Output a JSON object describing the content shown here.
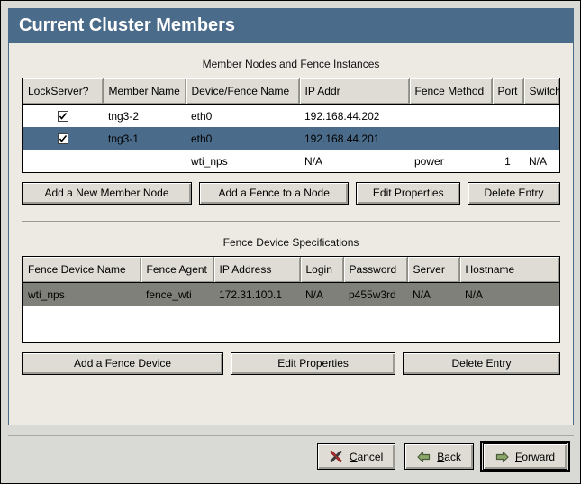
{
  "window": {
    "title": "Current Cluster Members"
  },
  "colors": {
    "title_bar": "#4b6b8a",
    "panel_bg": "#edeae4",
    "selection_blue": "#4b6b8a",
    "selection_gray": "#80807a",
    "button_face": "#dedcd4",
    "footer_bg": "#d9d9d6",
    "arrow_green": "#8aa86a",
    "cancel_red": "#8b1a1a"
  },
  "members_section": {
    "heading": "Member Nodes and Fence Instances",
    "columns": [
      "LockServer?",
      "Member Name",
      "Device/Fence Name",
      "IP Addr",
      "Fence Method",
      "Port",
      "Switch"
    ],
    "rows": [
      {
        "lockserver_checked": true,
        "member_name": "tng3-2",
        "device_fence_name": "eth0",
        "ip_addr": "192.168.44.202",
        "fence_method": "",
        "port": "",
        "switch": "",
        "selected": false
      },
      {
        "lockserver_checked": true,
        "member_name": "tng3-1",
        "device_fence_name": "eth0",
        "ip_addr": "192.168.44.201",
        "fence_method": "",
        "port": "",
        "switch": "",
        "selected": true
      },
      {
        "lockserver_checked": false,
        "member_name": "",
        "device_fence_name": "wti_nps",
        "ip_addr": "N/A",
        "fence_method": "power",
        "port": "1",
        "switch": "N/A",
        "selected": false
      }
    ],
    "buttons": [
      "Add a New Member Node",
      "Add a Fence to a Node",
      "Edit Properties",
      "Delete Entry"
    ]
  },
  "fence_section": {
    "heading": "Fence Device Specifications",
    "columns": [
      "Fence Device Name",
      "Fence Agent",
      "IP Address",
      "Login",
      "Password",
      "Server",
      "Hostname"
    ],
    "rows": [
      {
        "fence_device_name": "wti_nps",
        "fence_agent": "fence_wti",
        "ip_address": "172.31.100.1",
        "login": "N/A",
        "password": "p455w3rd",
        "server": "N/A",
        "hostname": "N/A",
        "selected": true
      }
    ],
    "buttons": [
      "Add a Fence Device",
      "Edit Properties",
      "Delete Entry"
    ]
  },
  "footer": {
    "cancel": {
      "label_prefix": "",
      "mnemonic": "C",
      "label_rest": "ancel",
      "icon": "cancel-x-icon"
    },
    "back": {
      "label_prefix": "",
      "mnemonic": "B",
      "label_rest": "ack",
      "icon": "arrow-left-icon"
    },
    "forward": {
      "label_prefix": "",
      "mnemonic": "F",
      "label_rest": "orward",
      "icon": "arrow-right-icon"
    }
  }
}
